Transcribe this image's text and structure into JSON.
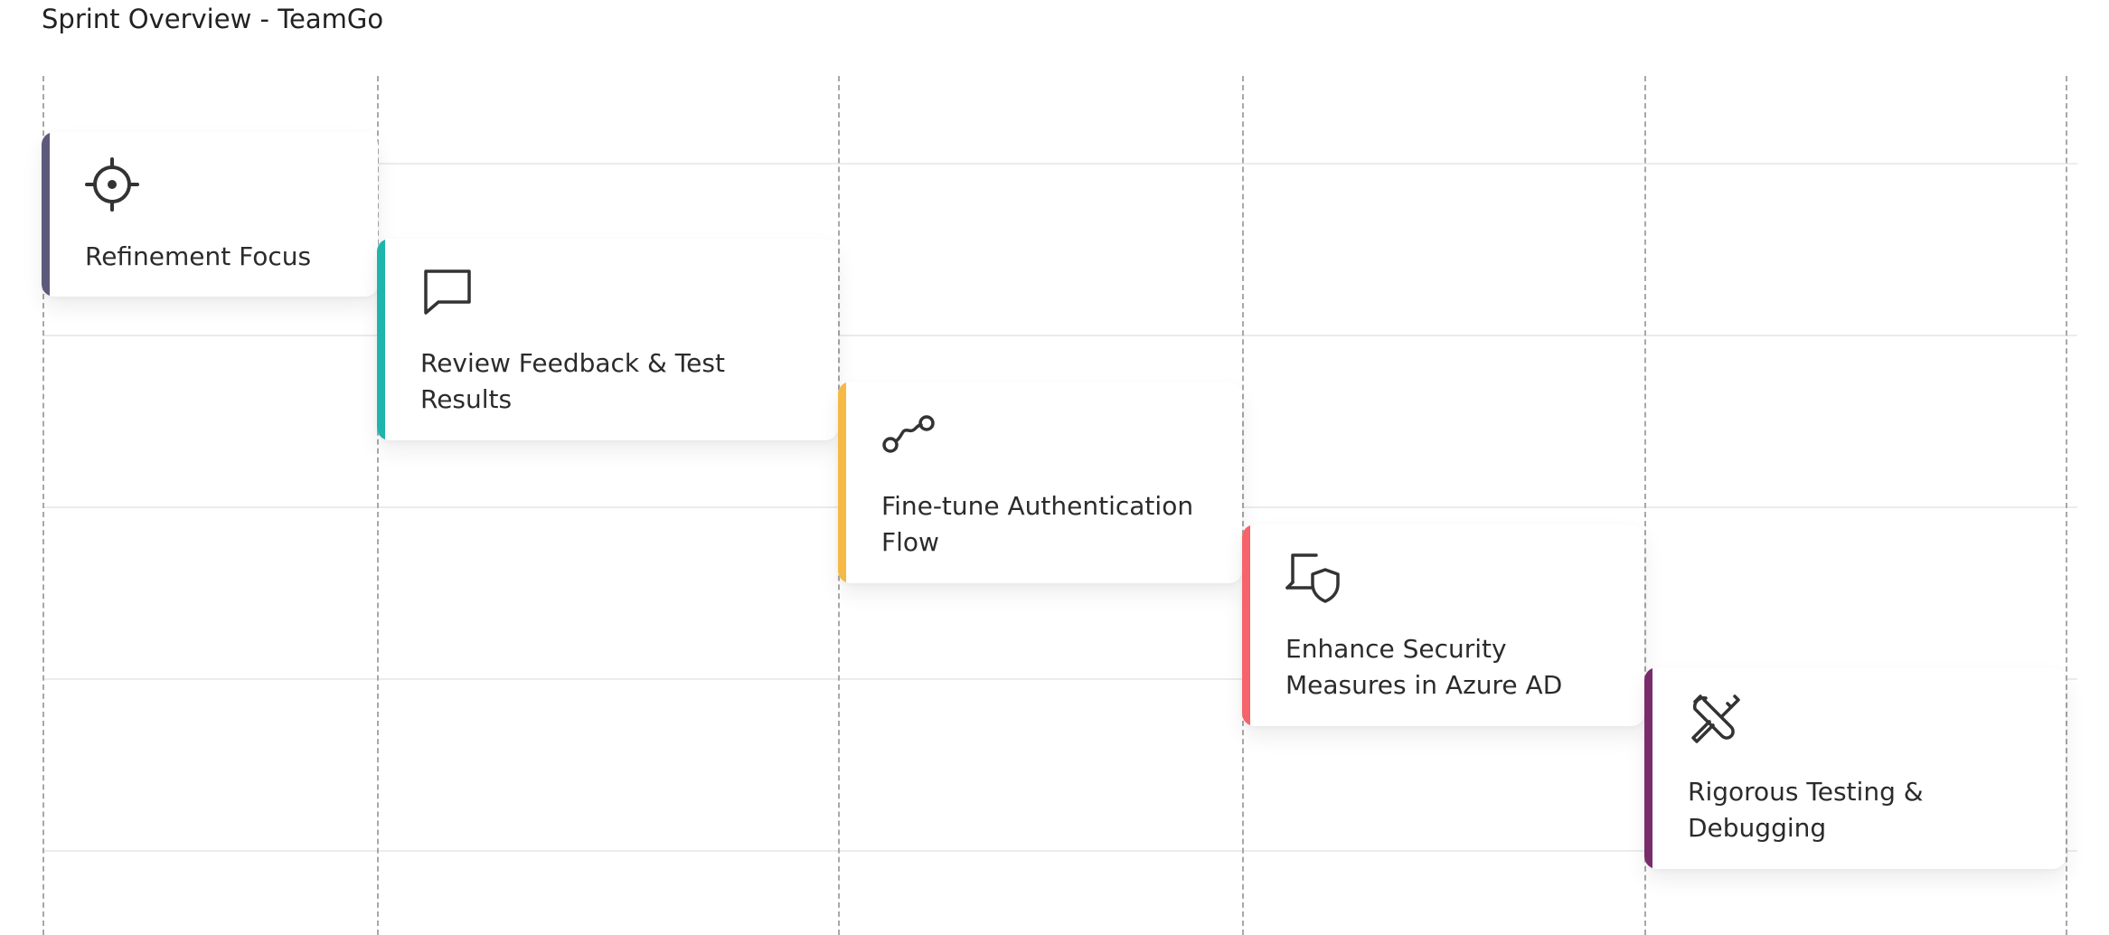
{
  "title": "Sprint Overview - TeamGo",
  "steps": [
    {
      "label": "Refinement Focus",
      "icon": "target-icon",
      "color": "#5c5a7c"
    },
    {
      "label": "Review Feedback & Test Results",
      "icon": "message-square-icon",
      "color": "#1fb5ad"
    },
    {
      "label": "Fine-tune Authentication Flow",
      "icon": "path-nodes-icon",
      "color": "#f5b945"
    },
    {
      "label": "Enhance Security Measures in Azure AD",
      "icon": "laptop-shield-icon",
      "color": "#f4646a"
    },
    {
      "label": "Rigorous Testing & Debugging",
      "icon": "tools-icon",
      "color": "#7a2b6a"
    }
  ]
}
